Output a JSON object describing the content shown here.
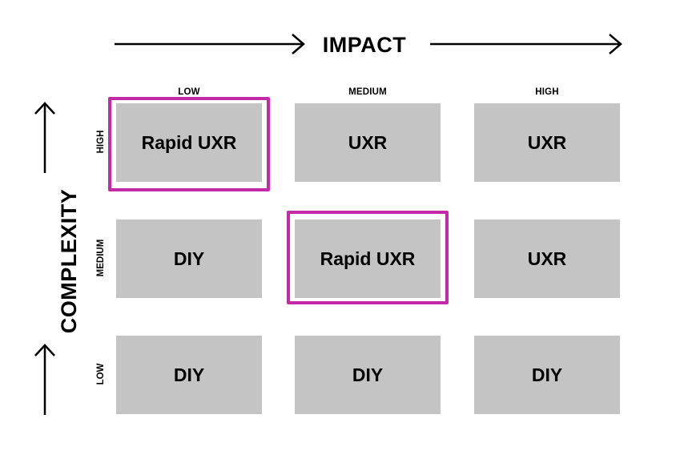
{
  "axes": {
    "x_label": "IMPACT",
    "y_label": "COMPLEXITY"
  },
  "columns": [
    "LOW",
    "MEDIUM",
    "HIGH"
  ],
  "rows": [
    "HIGH",
    "MEDIUM",
    "LOW"
  ],
  "cells": {
    "high": [
      "Rapid UXR",
      "UXR",
      "UXR"
    ],
    "medium": [
      "DIY",
      "Rapid UXR",
      "UXR"
    ],
    "low": [
      "DIY",
      "DIY",
      "DIY"
    ]
  },
  "highlighted_cells": [
    "high-low",
    "medium-medium"
  ],
  "colors": {
    "cell_fill": "#c4c4c4",
    "highlight": "#c42aa8",
    "text": "#000000"
  }
}
